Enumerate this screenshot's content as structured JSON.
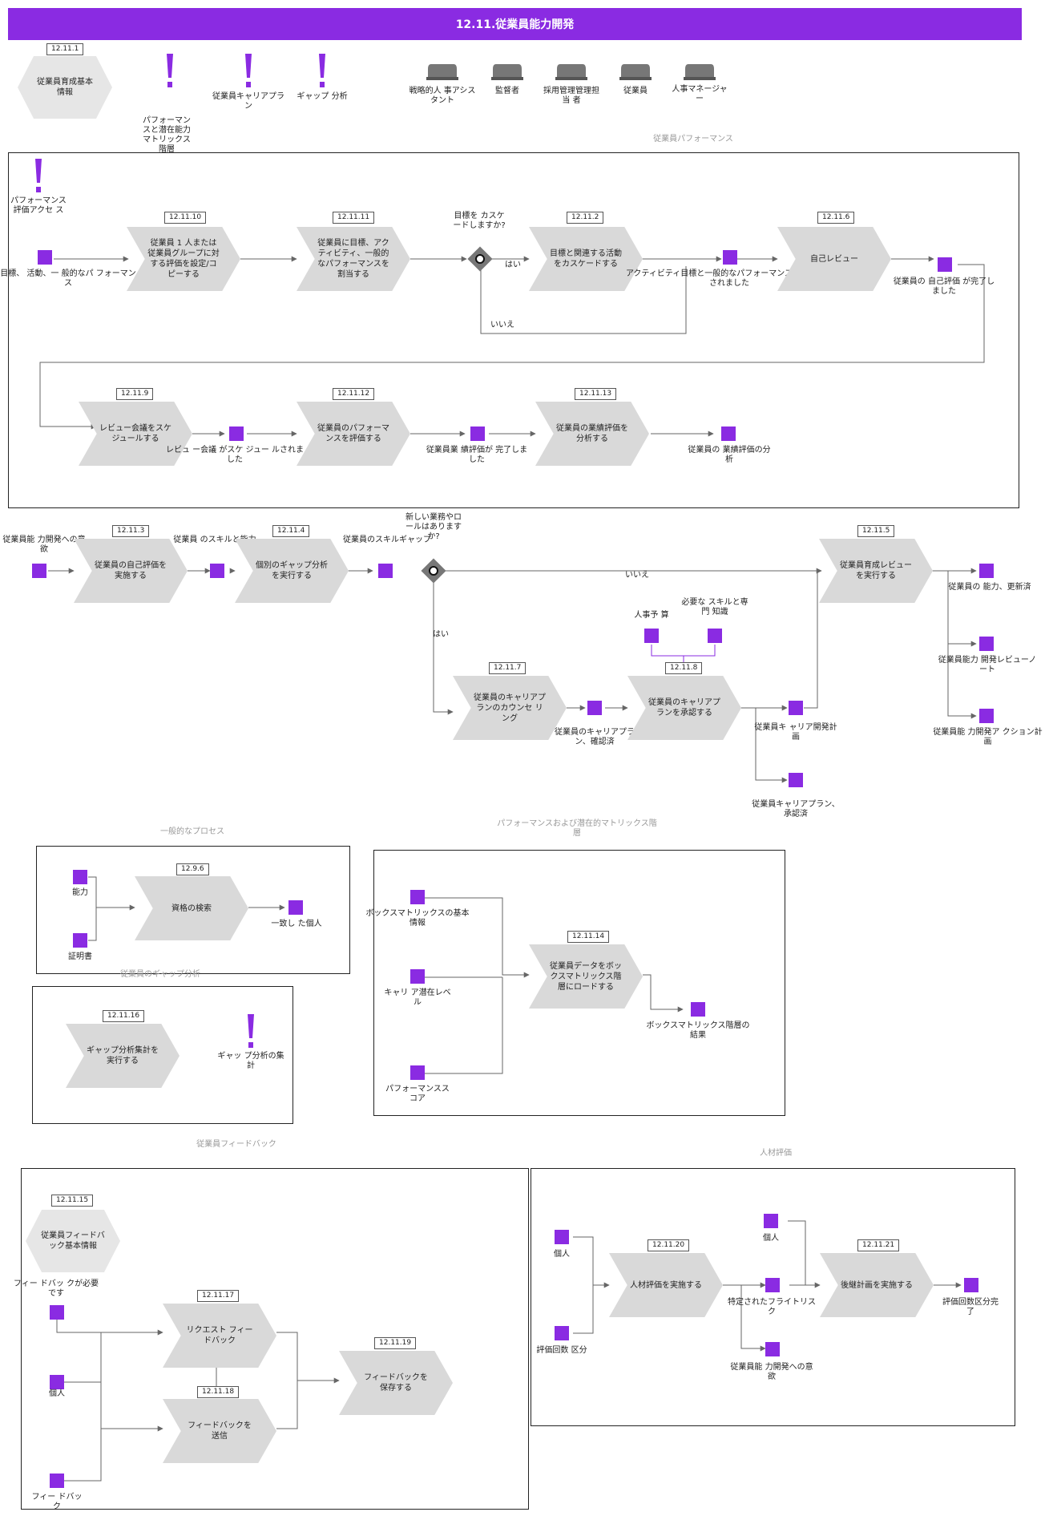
{
  "title": "12.11.従業員能力開発",
  "colors": {
    "accent": "#8a2be2",
    "shape": "#d9d9d9"
  },
  "top": {
    "info_id": "12.11.1",
    "info_label": "従業員育成基本 情報",
    "events": [
      "パフォーマンスと潜在能力マトリックス階層",
      "従業員キャリアプラン",
      "ギャップ 分析"
    ],
    "roles": [
      "戦略的人 事アシスタント",
      "監督者",
      "採用管理管理担当 者",
      "従業員",
      "人事マネージャー"
    ]
  },
  "p1": {
    "overflow_label": "従業員パフォーマンス",
    "event_label": "パフォーマンス評価アクセ ス",
    "start_label": "目標、 活動、一 般的なパ フォーマンス",
    "f1": {
      "id": "12.11.10",
      "label": "従業員 1 人または従業員グループに対する評価を設定/コピーする"
    },
    "f2": {
      "id": "12.11.11",
      "label": "従業員に目標、アクティビティ、一般的なパフォーマンスを割当する"
    },
    "gw_label": "目標を カスケードしますか?",
    "yes": "はい",
    "no": "いいえ",
    "f3": {
      "id": "12.11.2",
      "label": "目標と関連する活動をカスケードする"
    },
    "ev_mid": "アクティビティ目標と一般的なパフォーマンス目標が作成されました",
    "f4": {
      "id": "12.11.6",
      "label": "自己レビュー"
    },
    "ev_self": "従業員の 自己評価 が完了しました",
    "f5": {
      "id": "12.11.9",
      "label": "レビュー会議をスケジュールする"
    },
    "ev_sched": "レビュ ー会議 がスケ ジュー ルされました",
    "f6": {
      "id": "12.11.12",
      "label": "従業員のパフォーマンスを評価する"
    },
    "ev_perf": "従業員業 績評価が 完了しました",
    "f7": {
      "id": "12.11.13",
      "label": "従業員の業績評価を分析する"
    },
    "ev_anal": "従業員の 業績評価の分析"
  },
  "p2": {
    "start_label": "従業員能 力開発への意欲",
    "f1": {
      "id": "12.11.3",
      "label": "従業員の自己評価を実施する"
    },
    "ev1": "従業員 のスキルと能力",
    "f2": {
      "id": "12.11.4",
      "label": "個別のギャップ分析を実行する"
    },
    "ev2": "従業員のスキルギャップ",
    "gw_label": "新しい業務やロールはありますか?",
    "no": "いいえ",
    "yes": "はい",
    "f3": {
      "id": "12.11.5",
      "label": "従業員育成レビューを実行する"
    },
    "out1": "従業員の 能力、更新済",
    "out2": "従業員能力 開発レビューノート",
    "out3": "従業員能 力開発ア クション計画",
    "f4": {
      "id": "12.11.7",
      "label": "従業員のキャリアプランのカウンセ リング"
    },
    "ev_plan": "従業員のキャリアプラン、確認済",
    "in1": "人事予 算",
    "in2": "必要な スキルと専門 知識",
    "f5": {
      "id": "12.11.8",
      "label": "従業員のキャリアプランを承認する"
    },
    "ev_dev": "従業員キ ャリア開発計画",
    "ev_appr": "従業員キャリアプラン、承認済"
  },
  "p3": {
    "overflow_label": "一般的なプロセス",
    "in1": "能力",
    "in2": "証明書",
    "f": {
      "id": "12.9.6",
      "label": "資格の検索"
    },
    "out": "一致し た個人"
  },
  "p4": {
    "overflow_label": "パフォーマンスおよび潜在的マトリックス階層",
    "in1": "ボックスマトリックスの基本情報",
    "in2": "キャリ ア潜在レベル",
    "in3": "パフォーマンスス コア",
    "f": {
      "id": "12.11.14",
      "label": "従業員データをボックスマトリックス階層にロードする"
    },
    "out": "ボックスマトリックス階層の結果"
  },
  "p5": {
    "overflow_label": "従業員のギャップ分析",
    "f": {
      "id": "12.11.16",
      "label": "ギャップ分析集計を実行する"
    },
    "ev": "ギャッ プ分析の集計"
  },
  "p6": {
    "overflow_label": "従業員フィードバック",
    "hex_id": "12.11.15",
    "hex_label": "従業員フィードバック基本情報",
    "in1": "フィー ドバッ クが必要です",
    "in2": "個人",
    "in3": "フィー ドバック",
    "f1": {
      "id": "12.11.17",
      "label": "リクエスト フィードバック"
    },
    "f2": {
      "id": "12.11.18",
      "label": "フィードバックを 送信"
    },
    "f3": {
      "id": "12.11.19",
      "label": "フィードバックを 保存する"
    }
  },
  "p7": {
    "overflow_label": "人材評価",
    "in1": "個人",
    "in2": "評価回数 区分",
    "f1": {
      "id": "12.11.20",
      "label": "人材評価を実施する"
    },
    "in3": "個人",
    "ev_mid1": "特定されたフライトリスク",
    "ev_mid2": "従業員能 力開発への意欲",
    "f2": {
      "id": "12.11.21",
      "label": "後継計画を実施する"
    },
    "out": "評価回数区分完了"
  }
}
